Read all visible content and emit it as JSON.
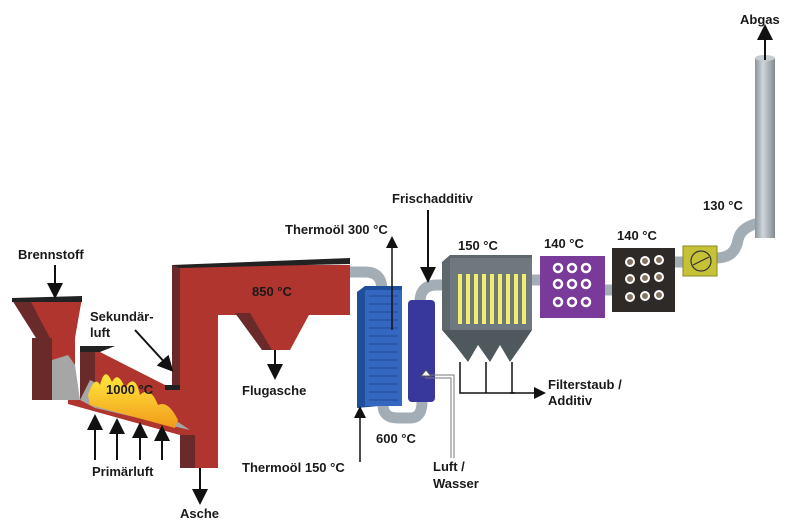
{
  "labels": {
    "fuel": "Brennstoff",
    "secondary_air_1": "Sekundär-",
    "secondary_air_2": "luft",
    "temp_furnace": "1000 °C",
    "temp_duct": "850 °C",
    "fly_ash": "Flugasche",
    "primary_air": "Primärluft",
    "ash": "Asche",
    "thermal_oil_out": "Thermoöl 300 °C",
    "thermal_oil_in": "Thermoöl 150 °C",
    "temp_600": "600 °C",
    "fresh_additive": "Frischadditiv",
    "air_water_1": "Luft /",
    "air_water_2": "Wasser",
    "temp_filter": "150 °C",
    "filter_dust_1": "Filterstaub /",
    "filter_dust_2": "Additiv",
    "temp_140a": "140 °C",
    "temp_140b": "140 °C",
    "temp_130": "130 °C",
    "exhaust": "Abgas"
  },
  "colors": {
    "furnace": "#b0352e",
    "furnace_dark": "#6b2a2a",
    "heat_exchanger": "#2f62b8",
    "cooler": "#3a3aa0",
    "filter": "#6b747a",
    "filter_bags": "#f2ee6a",
    "module1": "#7a3a9a",
    "module2": "#2e2a28",
    "fan": "#c6c238",
    "pipe": "#a9b3bb"
  }
}
